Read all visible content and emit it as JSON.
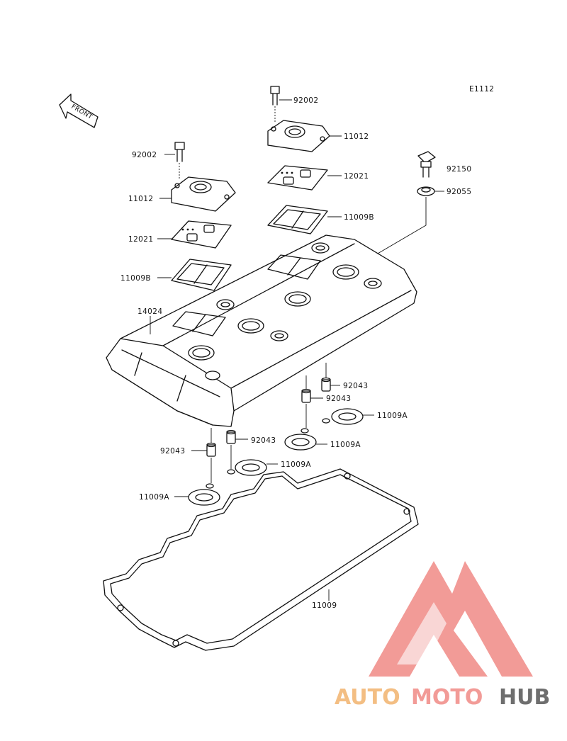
{
  "diagram_code": "E1112",
  "front_label": "FRONT",
  "callouts": [
    {
      "id": "c1",
      "text": "92002"
    },
    {
      "id": "c2",
      "text": "11012"
    },
    {
      "id": "c3",
      "text": "12021"
    },
    {
      "id": "c4",
      "text": "11009B"
    },
    {
      "id": "c5",
      "text": "92150"
    },
    {
      "id": "c6",
      "text": "92055"
    },
    {
      "id": "c7",
      "text": "92002"
    },
    {
      "id": "c8",
      "text": "11012"
    },
    {
      "id": "c9",
      "text": "12021"
    },
    {
      "id": "c10",
      "text": "11009B"
    },
    {
      "id": "c11",
      "text": "14024"
    },
    {
      "id": "c12",
      "text": "92043"
    },
    {
      "id": "c13",
      "text": "92043"
    },
    {
      "id": "c14",
      "text": "11009A"
    },
    {
      "id": "c15",
      "text": "11009A"
    },
    {
      "id": "c16",
      "text": "92043"
    },
    {
      "id": "c17",
      "text": "92043"
    },
    {
      "id": "c18",
      "text": "11009A"
    },
    {
      "id": "c19",
      "text": "11009A"
    },
    {
      "id": "c20",
      "text": "11009"
    }
  ],
  "watermark": {
    "part1": "AUTO",
    "part2": "MOTO",
    "part3": "HUB",
    "color1": "#f2b36e",
    "color2": "#f08a86",
    "color3": "#555555",
    "logo_color": "#f08a86"
  }
}
